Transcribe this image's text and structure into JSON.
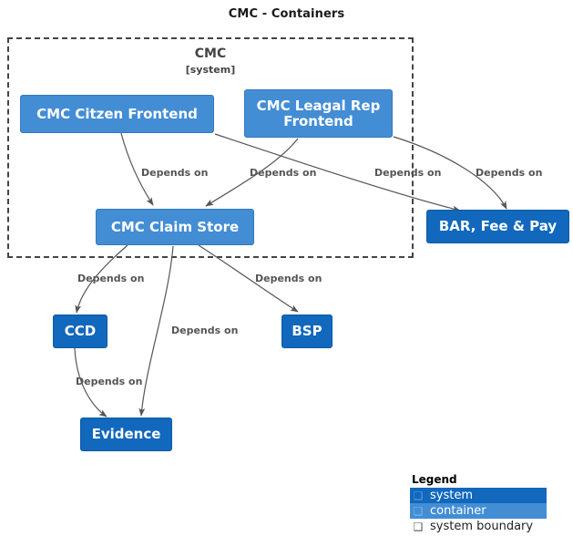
{
  "title": "CMC - Containers",
  "boundary": {
    "name": "CMC",
    "type_label": "[system]"
  },
  "nodes": [
    {
      "id": "cmc-citzen-frontend",
      "label": "CMC Citzen Frontend",
      "kind": "container"
    },
    {
      "id": "cmc-leagal-rep-frontend",
      "label": "CMC Leagal Rep Frontend",
      "kind": "container"
    },
    {
      "id": "cmc-claim-store",
      "label": "CMC Claim Store",
      "kind": "container"
    },
    {
      "id": "bar-fee-and-pay",
      "label": "BAR, Fee & Pay",
      "kind": "system"
    },
    {
      "id": "ccd",
      "label": "CCD",
      "kind": "system"
    },
    {
      "id": "bsp",
      "label": "BSP",
      "kind": "system"
    },
    {
      "id": "evidence",
      "label": "Evidence",
      "kind": "system"
    }
  ],
  "edges": [
    {
      "id": "citzen-to-claimstore",
      "from": "cmc-citzen-frontend",
      "to": "cmc-claim-store",
      "label": "Depends on"
    },
    {
      "id": "leagalrep-to-claimstore",
      "from": "cmc-leagal-rep-frontend",
      "to": "cmc-claim-store",
      "label": "Depends on"
    },
    {
      "id": "citzen-to-barfeepay",
      "from": "cmc-citzen-frontend",
      "to": "bar-fee-and-pay",
      "label": "Depends on"
    },
    {
      "id": "leagalrep-to-barfeepay",
      "from": "cmc-leagal-rep-frontend",
      "to": "bar-fee-and-pay",
      "label": "Depends on"
    },
    {
      "id": "claimstore-to-ccd",
      "from": "cmc-claim-store",
      "to": "ccd",
      "label": "Depends on"
    },
    {
      "id": "claimstore-to-bsp",
      "from": "cmc-claim-store",
      "to": "bsp",
      "label": "Depends on"
    },
    {
      "id": "claimstore-to-evidence",
      "from": "cmc-claim-store",
      "to": "evidence",
      "label": "Depends on"
    },
    {
      "id": "ccd-to-evidence",
      "from": "ccd",
      "to": "evidence",
      "label": "Depends on"
    }
  ],
  "legend": {
    "title": "Legend",
    "items": [
      {
        "id": "legend-system",
        "label": "system",
        "glyph": "❑",
        "color": "#1168bd"
      },
      {
        "id": "legend-container",
        "label": "container",
        "glyph": "❑",
        "color": "#438dd5"
      },
      {
        "id": "legend-system-boundary",
        "label": "system boundary",
        "glyph": "❑",
        "color": "#ffffff"
      }
    ]
  },
  "colors": {
    "system": "#1168bd",
    "container": "#438dd5",
    "edge": "#555555",
    "boundary_stroke": "#444444",
    "background": "#ffffff"
  }
}
